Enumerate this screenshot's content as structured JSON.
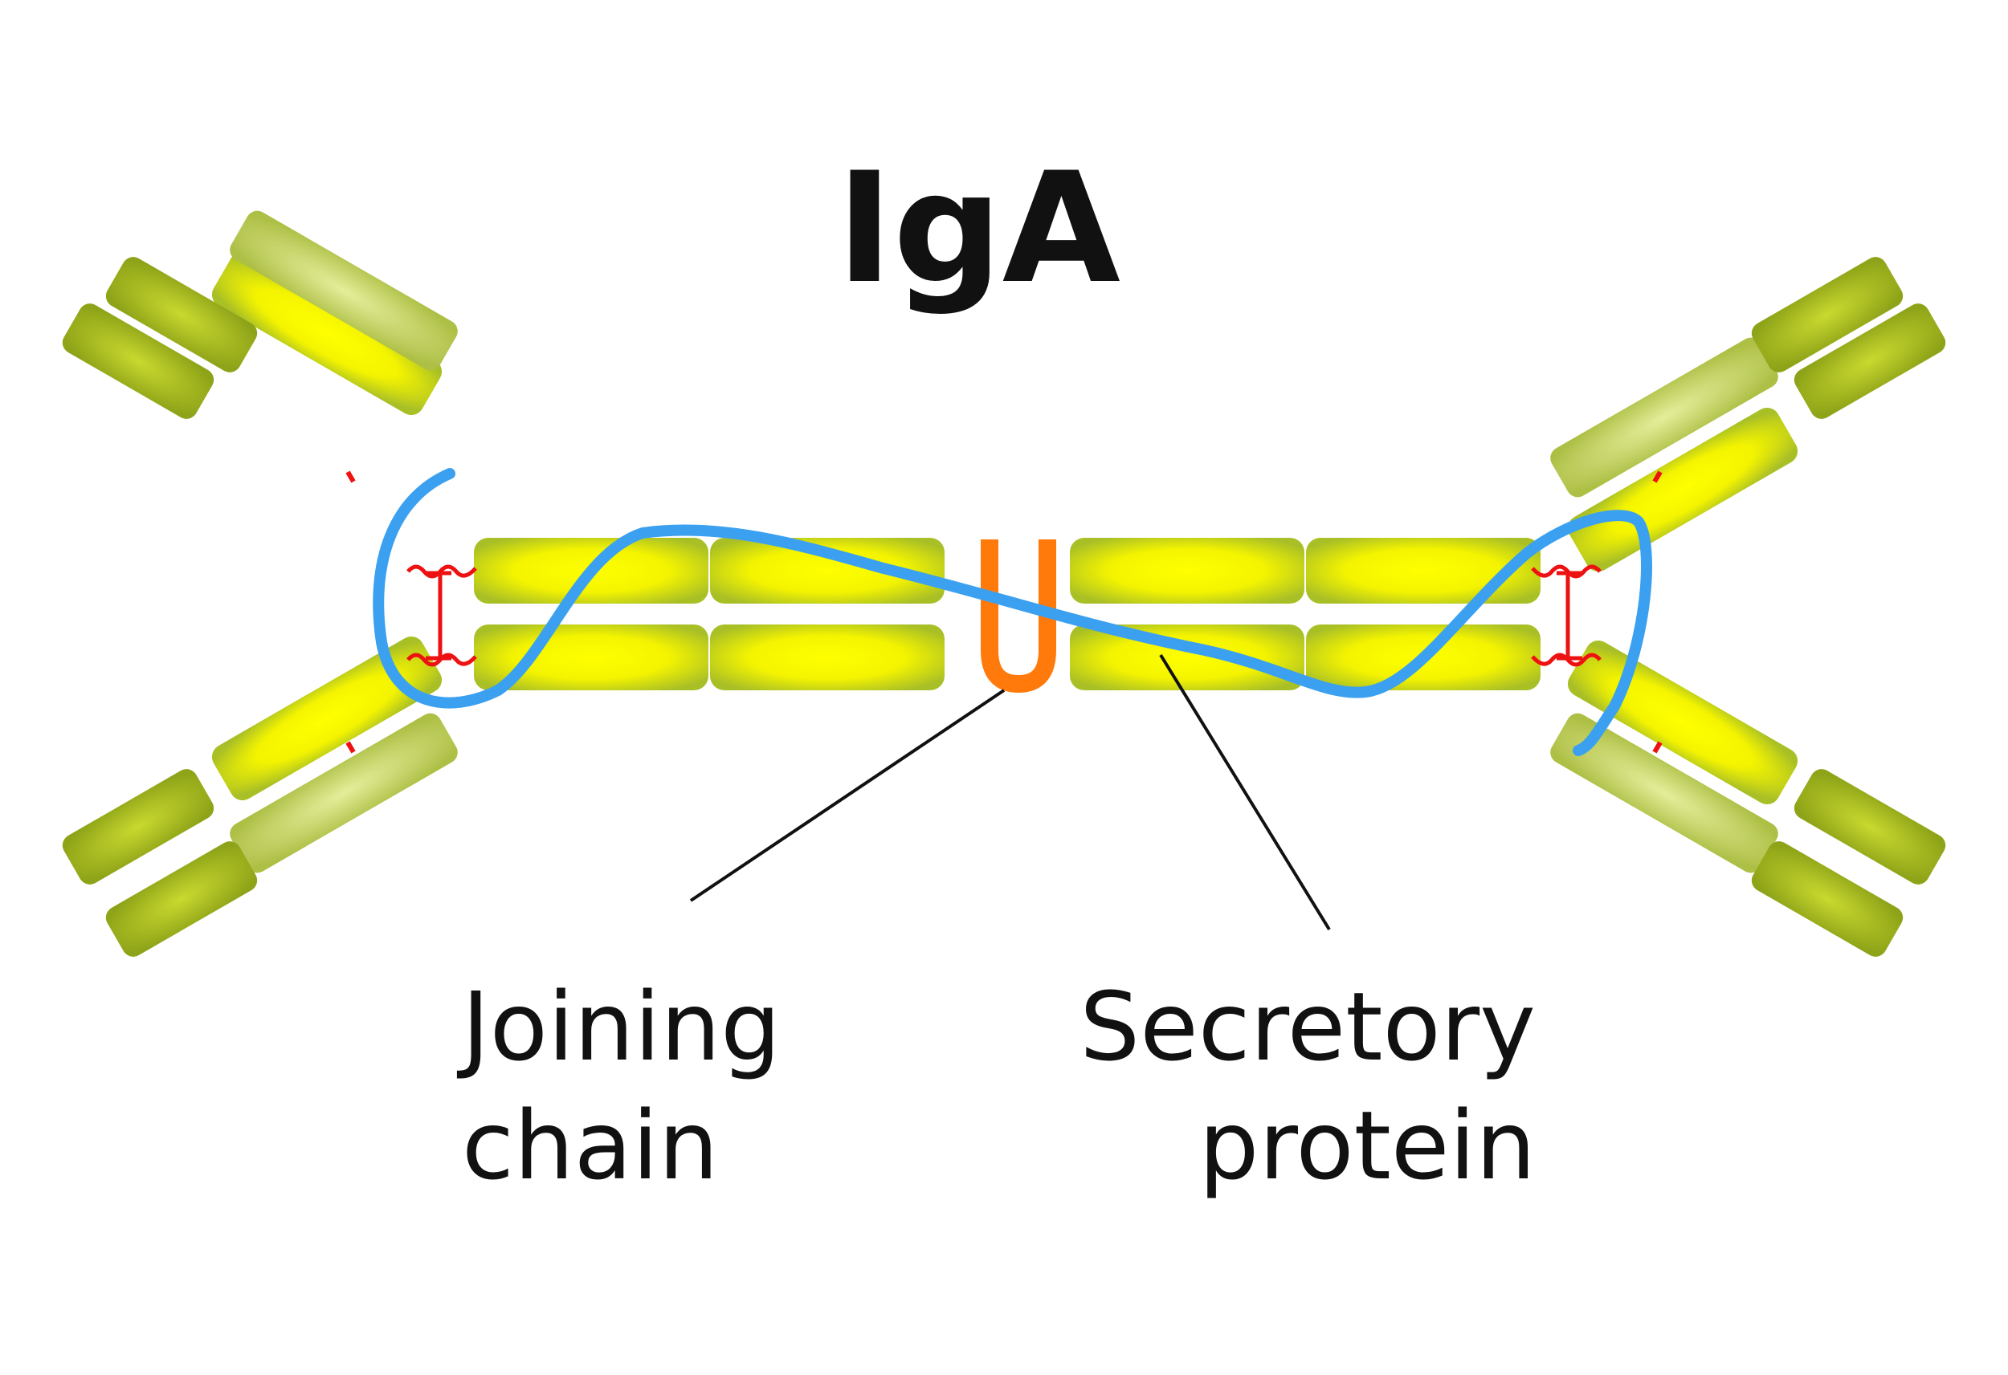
{
  "title": "IgA",
  "labels": {
    "joining_line1": "Joining",
    "joining_line2": "chain",
    "secretory_line1": "Secretory",
    "secretory_line2": "protein"
  },
  "colors": {
    "domain_light": "#ffff00",
    "domain_edge": "#a6bb1e",
    "domain_dark": "#b7c92b",
    "domain_dark_edge": "#8a9a10",
    "domain_pale": "#d9e685",
    "disulfide": "#ee1111",
    "secretory_component": "#3ba0f0",
    "joining_chain": "#ff7a0a",
    "leader_line": "#111111"
  }
}
